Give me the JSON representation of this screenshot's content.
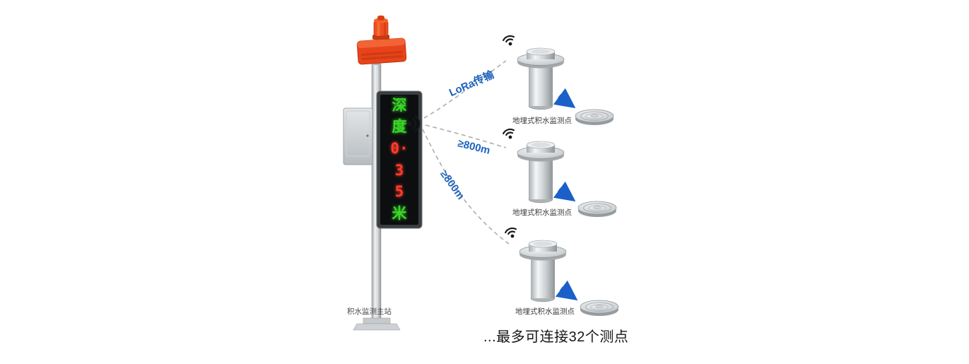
{
  "station": {
    "label": "积水监测主站",
    "display": [
      "深",
      "度",
      "0·",
      "3",
      "5",
      "米"
    ]
  },
  "links": [
    {
      "label": "LoRa传输"
    },
    {
      "label": "≥800m"
    },
    {
      "label": "≥800m"
    }
  ],
  "points": [
    {
      "label": "地埋式积水监测点"
    },
    {
      "label": "地埋式积水监测点"
    },
    {
      "label": "地埋式积水监测点"
    }
  ],
  "caption": "...最多可连接32个测点",
  "icons": {
    "emitter": "signal-emitter-icon",
    "wifi": "wifi-icon",
    "arrow": "arrow-down-right-icon"
  },
  "colors": {
    "led-green": "#3bd629",
    "led-red": "#ff3c2e",
    "alarm-red": "#e8431a",
    "link-blue": "#1f63bd",
    "arrow-blue": "#1a60c8",
    "dash-gray": "#a9adb1"
  }
}
